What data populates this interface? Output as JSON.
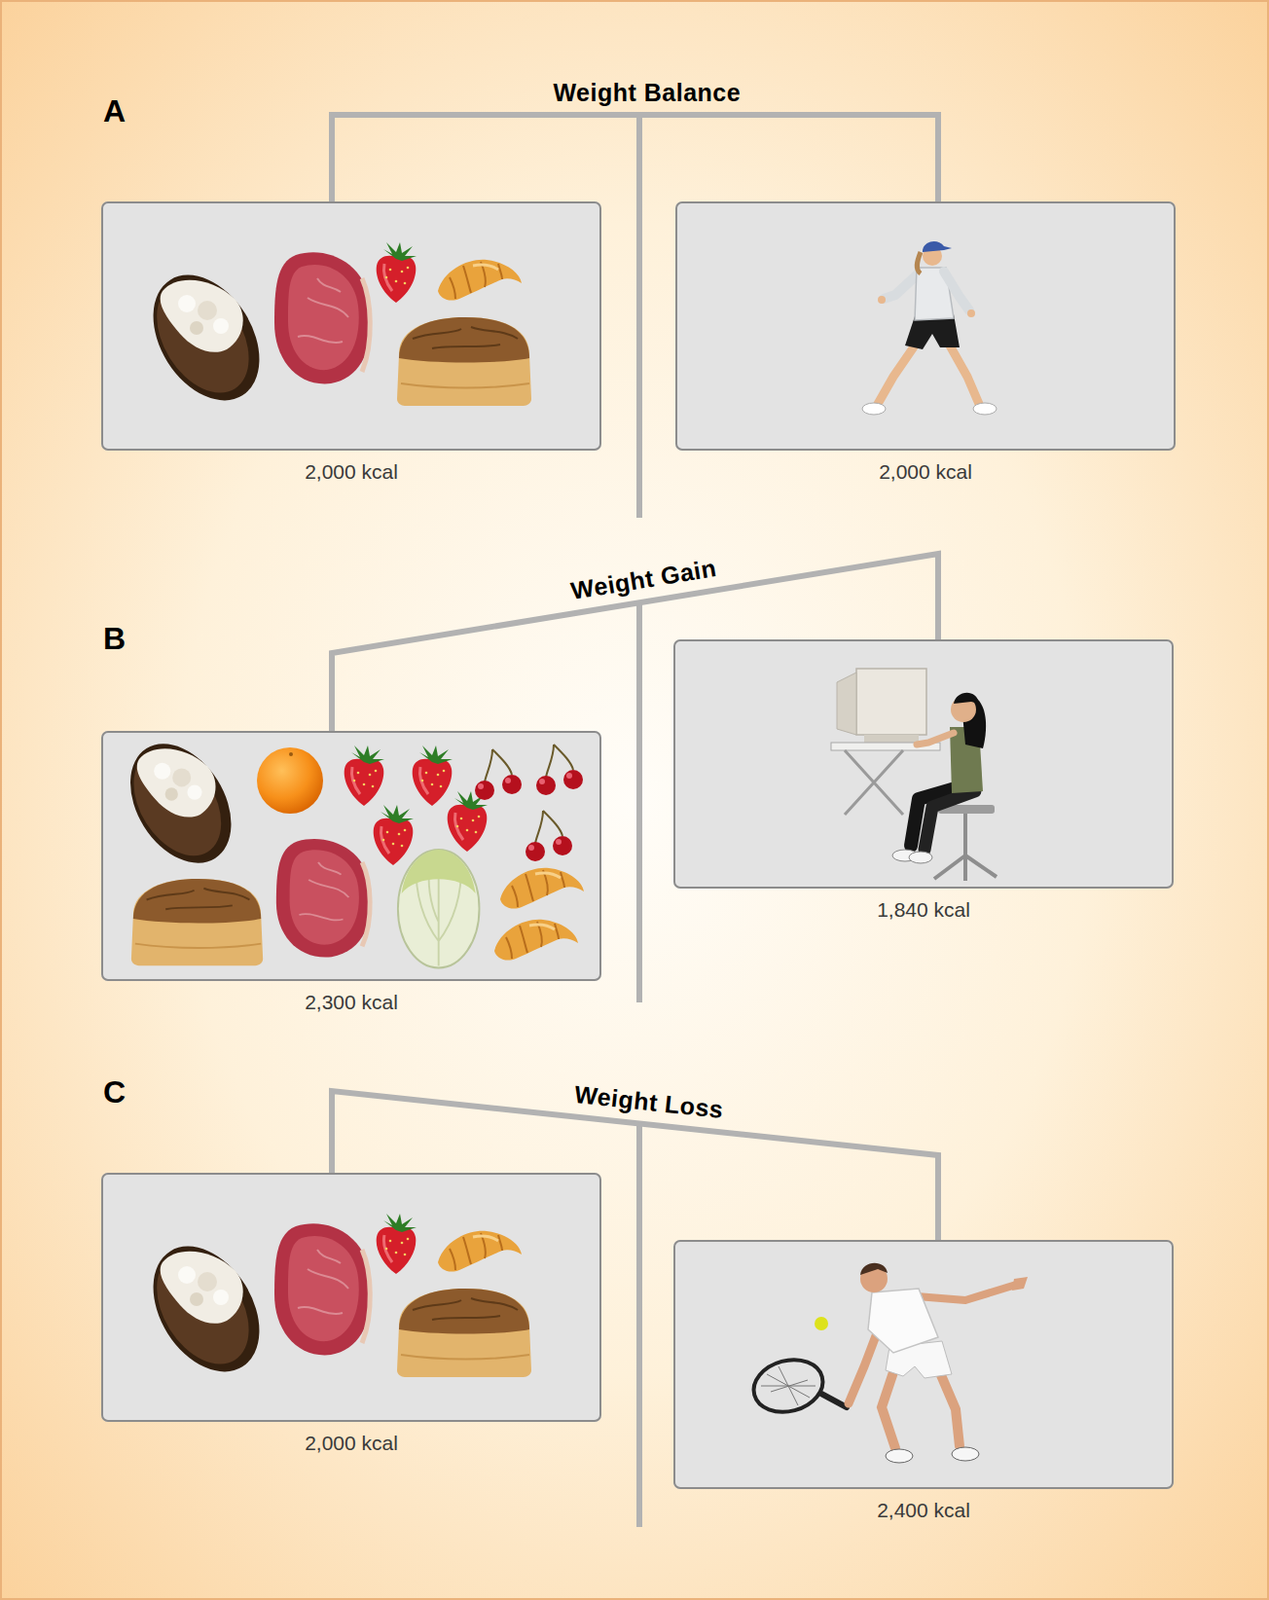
{
  "diagram": {
    "nodes": [
      {
        "text": [
          "2,000 kcal"
        ]
      },
      {
        "text": [
          "2,000 kcal"
        ]
      },
      {
        "text": [
          "2,300 kcal"
        ]
      },
      {
        "text": [
          "1,840 kcal"
        ]
      },
      {
        "text": [
          "2,000 kcal"
        ]
      },
      {
        "text": [
          "2,400 kcal"
        ]
      }
    ],
    "edges": [
      {
        "from": 0,
        "to": 1,
        "arrow": "none",
        "label": "Weight Balance"
      },
      {
        "from": 2,
        "to": 3,
        "arrow": "none",
        "label": "Weight Gain"
      },
      {
        "from": 4,
        "to": 5,
        "arrow": "none",
        "label": "Weight Loss"
      }
    ],
    "labels": [
      "A",
      "B",
      "C"
    ]
  }
}
